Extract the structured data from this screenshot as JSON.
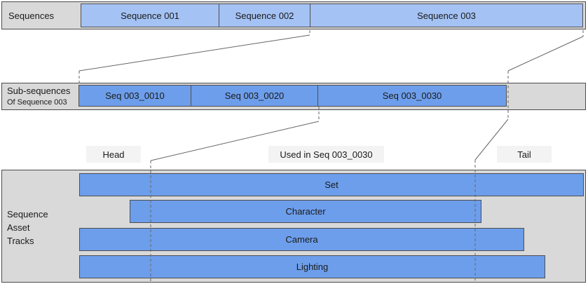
{
  "sequences_row": {
    "title": "Sequences",
    "bars": [
      "Sequence 001",
      "Sequence 002",
      "Sequence 003"
    ]
  },
  "subsequences_row": {
    "title": "Sub-sequences",
    "subtitle": "Of Sequence 003",
    "bars": [
      "Seq 003_0010",
      "Seq 003_0020",
      "Seq 003_0030"
    ]
  },
  "annotations": {
    "head": "Head",
    "used_in": "Used in Seq 003_0030",
    "tail": "Tail"
  },
  "asset_tracks_row": {
    "title_lines": [
      "Sequence",
      "Asset",
      "Tracks"
    ],
    "bars": [
      "Set",
      "Character",
      "Camera",
      "Lighting"
    ]
  },
  "colors": {
    "sequence_bar_fill": "#a4c2f4",
    "subsequence_bar_fill": "#6d9eeb",
    "container_fill": "#d9d9d9",
    "annotation_fill": "#f3f3f3",
    "border": "#4a4a4a",
    "connector_line": "#666666"
  }
}
